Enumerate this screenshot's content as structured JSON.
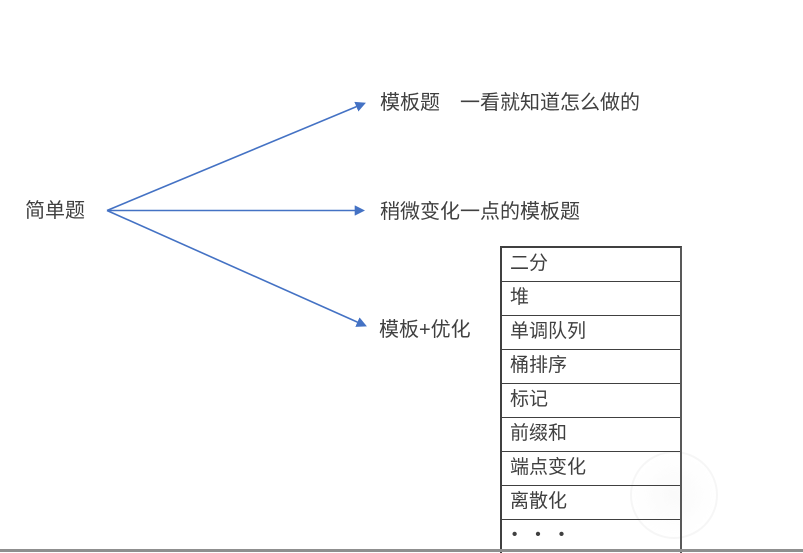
{
  "diagram": {
    "root_label": "简单题",
    "branches": [
      {
        "label": "模板题　一看就知道怎么做的"
      },
      {
        "label": "稍微变化一点的模板题"
      },
      {
        "label": "模板+优化"
      }
    ],
    "table": {
      "rows": [
        "二分",
        "堆",
        "单调队列",
        "桶排序",
        "标记",
        "前缀和",
        "端点变化",
        "离散化",
        "• • •"
      ]
    }
  },
  "colors": {
    "arrow": "#4472C4",
    "text": "#404040",
    "table_border": "#404040",
    "bottom_edge": "#8f8f8f"
  }
}
